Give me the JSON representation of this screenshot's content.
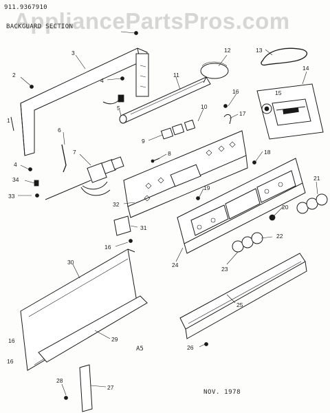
{
  "header": {
    "model_number": "911.9367910",
    "section_title": "BACKGUARD SECTION"
  },
  "watermark": "AppliancePartsPros.com",
  "footer": {
    "page_code": "A5",
    "date": "NOV. 1978"
  },
  "callouts": [
    "1",
    "2",
    "3",
    "4",
    "5",
    "6",
    "7",
    "8",
    "9",
    "10",
    "11",
    "12",
    "13",
    "14",
    "15",
    "16",
    "17",
    "18",
    "19",
    "20",
    "21",
    "22",
    "23",
    "24",
    "25",
    "26",
    "27",
    "28",
    "29",
    "30",
    "31",
    "32",
    "33",
    "34",
    "16",
    "16",
    "16",
    "4"
  ]
}
